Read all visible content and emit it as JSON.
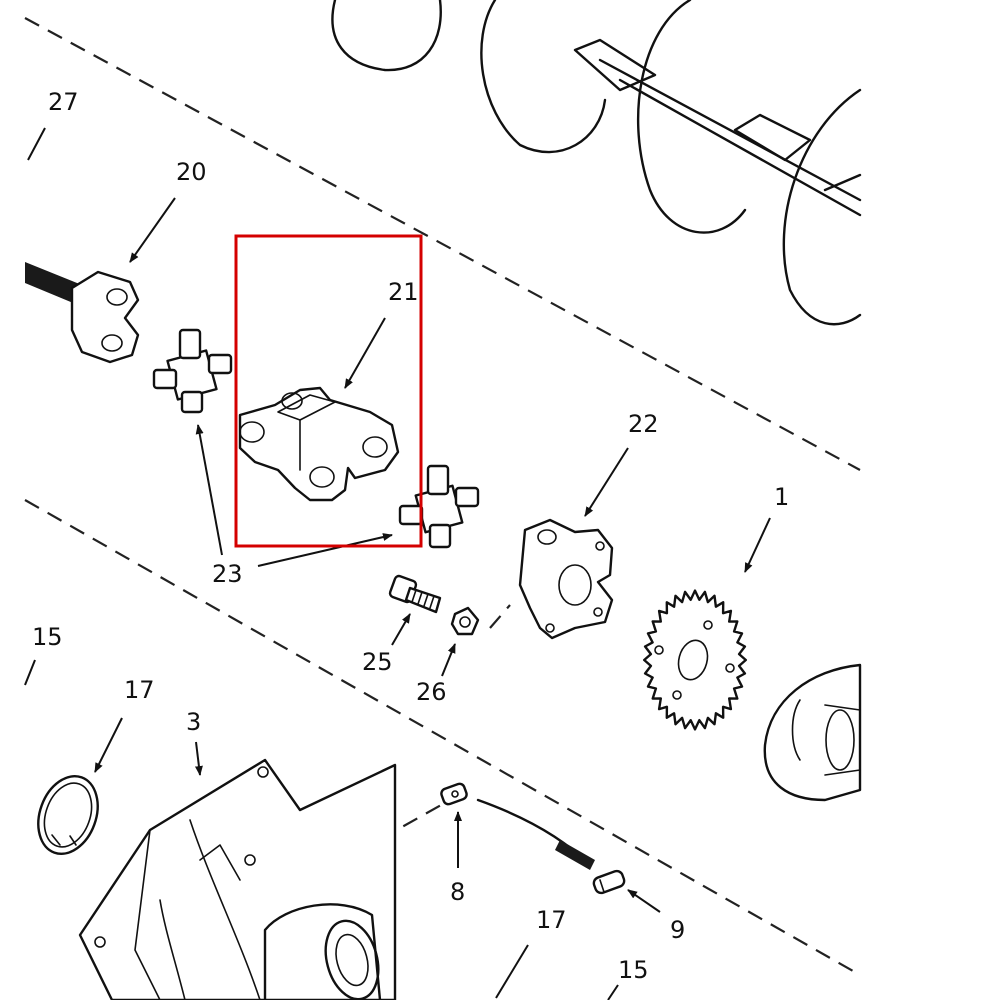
{
  "diagram": {
    "callouts": [
      "27",
      "20",
      "21",
      "22",
      "23",
      "1",
      "25",
      "26",
      "15",
      "17",
      "3",
      "8",
      "9",
      "17",
      "15"
    ],
    "highlight": {
      "color": "#d40000",
      "part": "21"
    }
  }
}
